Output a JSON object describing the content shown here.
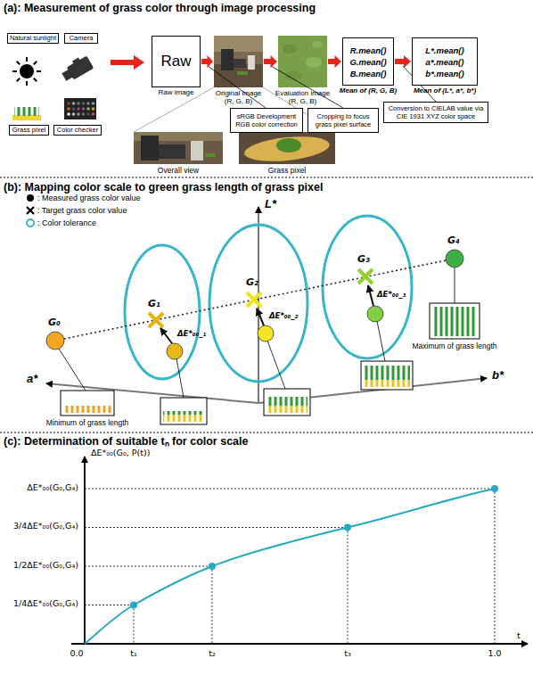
{
  "diagram": {
    "nodes": [
      {
        "text": [
          "Natural sunlight"
        ]
      },
      {
        "text": [
          "Camera"
        ]
      },
      {
        "text": [
          "Grass pixel"
        ]
      },
      {
        "text": [
          "Color checker"
        ]
      },
      {
        "text": [
          "Raw",
          "Raw image"
        ]
      },
      {
        "text": [
          "Original image",
          "(R, G, B)"
        ]
      },
      {
        "text": [
          "Evaluation image",
          "(R, G, B)"
        ]
      },
      {
        "text": [
          "R.mean()",
          "G.mean()",
          "B.mean()",
          "Mean of (R, G, B)"
        ]
      },
      {
        "text": [
          "L*.mean()",
          "a*.mean()",
          "b*.mean()",
          "Mean of (L*, a*, b*)"
        ]
      },
      {
        "text": [
          "sRGB Development RGB color correction"
        ]
      },
      {
        "text": [
          "Cropping to focus grass pixel surface"
        ]
      },
      {
        "text": [
          "Conversion to CIELAB value via CIE 1931 XYZ color space"
        ]
      }
    ],
    "edges": [
      {
        "from": 4,
        "to": 5,
        "arrow": "to"
      },
      {
        "from": 5,
        "to": 6,
        "arrow": "to"
      },
      {
        "from": 6,
        "to": 7,
        "arrow": "to"
      },
      {
        "from": 7,
        "to": 8,
        "arrow": "to"
      }
    ],
    "labels": [
      "(a): Measurement of grass color through image processing",
      "Overall view",
      "Grass pixel",
      "(b): Mapping color scale to green grass length of grass pixel",
      "L*",
      "a*",
      "b*",
      "G₀",
      "G₁",
      "G₂",
      "G₃",
      "G₄",
      "ΔE*₀₀_₁",
      "ΔE*₀₀_₂",
      "ΔE*₀₀_₃",
      "Minimum of grass length",
      "Maximum of grass length",
      "(c): Determination of suitable tₙ for color scale",
      "ΔE*₀₀(G₀, P(t))",
      "ΔE*₀₀(G₀,G₄)",
      "3/4ΔE*₀₀(G₀,G₄)",
      "1/2ΔE*₀₀(G₀,G₄)",
      "1/4ΔE*₀₀(G₀,G₄)",
      "0.0",
      "t₁",
      "t₂",
      "t₃",
      "1.0",
      "t"
    ],
    "legend": [
      {
        "text": ": Measured grass color value"
      },
      {
        "text": ": Target grass color value"
      },
      {
        "text": ": Color tolerance"
      }
    ]
  }
}
